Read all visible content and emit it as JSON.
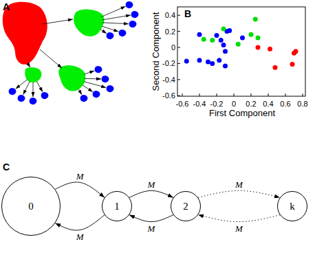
{
  "diagram": {
    "nodes": [
      {
        "text": [
          "0"
        ]
      },
      {
        "text": [
          "1"
        ]
      },
      {
        "text": [
          "2"
        ]
      },
      {
        "text": [
          "k"
        ]
      }
    ],
    "edges": [
      {
        "from": 0,
        "to": 1,
        "label": "M",
        "arrow": "to"
      },
      {
        "from": 1,
        "to": 0,
        "label": "M",
        "arrow": "to"
      },
      {
        "from": 1,
        "to": 2,
        "label": "M",
        "arrow": "to"
      },
      {
        "from": 2,
        "to": 1,
        "label": "M",
        "arrow": "to"
      },
      {
        "from": 2,
        "to": 3,
        "label": "M",
        "arrow": "to"
      },
      {
        "from": 3,
        "to": 2,
        "label": "M",
        "arrow": "to"
      }
    ],
    "labels": [
      "A",
      "B",
      "Second Component",
      "First Component",
      "-0.6",
      "-0.4",
      "-0.2",
      "0",
      "0.2",
      "0.4",
      "0.6",
      "0.8",
      "0.4",
      "0.2",
      "0",
      "-0.2",
      "-0.4",
      "-0.6",
      "C"
    ]
  }
}
